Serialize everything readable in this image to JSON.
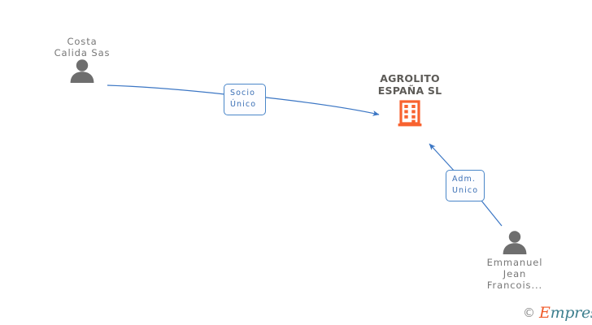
{
  "diagram": {
    "type": "corporate-relationship-graph",
    "background_color": "#ffffff",
    "edge_color": "#3b76c4",
    "company_icon_color": "#f8622f",
    "person_icon_color": "#6e6e6e",
    "label_border_color": "#4a86c8",
    "label_text_color": "#3b6fb5",
    "company_title_color": "#5d5b57",
    "person_label_color": "#777777"
  },
  "nodes": {
    "shareholder": {
      "name": "Costa\nCalida Sas",
      "icon": "person-icon",
      "type": "person"
    },
    "company": {
      "name": "AGROLITO\nESPAÑA SL",
      "icon": "building-icon",
      "type": "company"
    },
    "administrator": {
      "name": "Emmanuel\nJean\nFrancois...",
      "icon": "person-icon",
      "type": "person"
    }
  },
  "relations": {
    "socio_unico": {
      "label": "Socio\nÚnico",
      "from": "shareholder",
      "to": "company"
    },
    "adm_unico": {
      "label": "Adm.\nUnico",
      "from": "administrator",
      "to": "company"
    }
  },
  "watermark": {
    "copyright": "©",
    "brand_initial": "E",
    "brand_rest": "mpresia"
  }
}
